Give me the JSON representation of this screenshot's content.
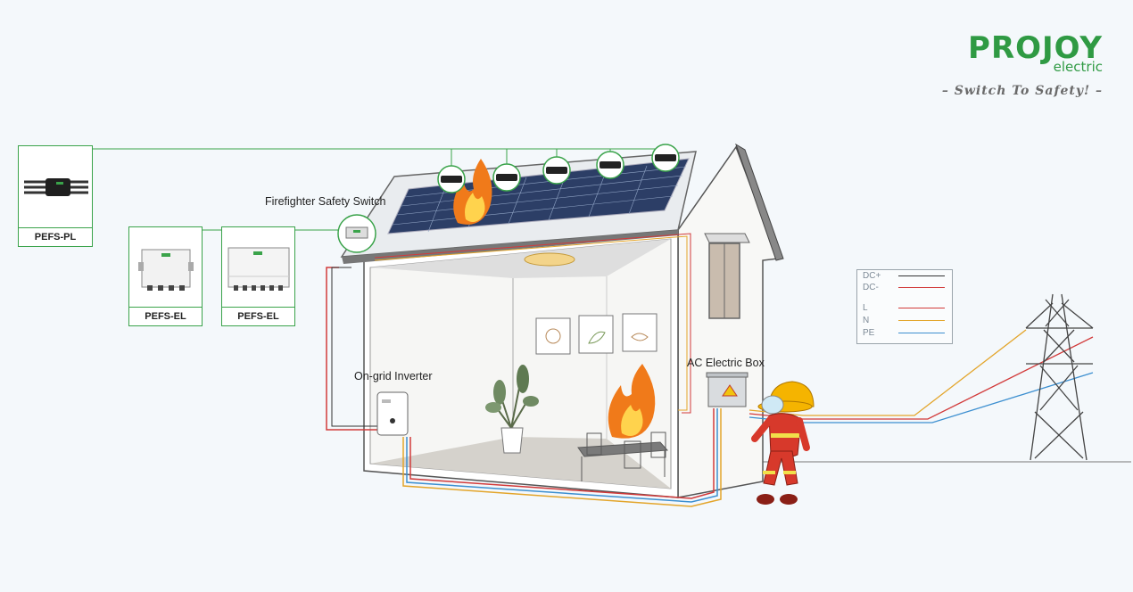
{
  "brand": {
    "name": "PROJOY",
    "sub": "electric",
    "slogan": "– Switch To Safety! –"
  },
  "products": [
    {
      "name": "PEFS-PL"
    },
    {
      "name": "PEFS-EL"
    },
    {
      "name": "PEFS-EL"
    }
  ],
  "labels": {
    "firefighter_switch": "Firefighter Safety Switch",
    "inverter": "On-grid Inverter",
    "ac_box": "AC Electric Box"
  },
  "legend": [
    {
      "label": "DC+",
      "color": "#333333"
    },
    {
      "label": "DC-",
      "color": "#d23a3a"
    },
    {
      "label": "L",
      "color": "#d23a3a"
    },
    {
      "label": "N",
      "color": "#e3a52b"
    },
    {
      "label": "PE",
      "color": "#3c8fd0"
    }
  ],
  "colors": {
    "brand_green": "#2f9a43",
    "frame_green": "#3aa34a"
  }
}
